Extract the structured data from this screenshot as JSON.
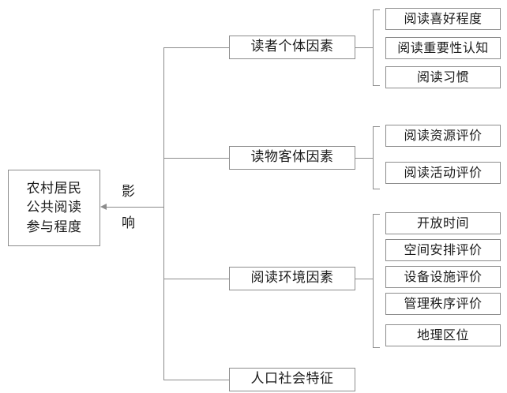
{
  "diagram": {
    "type": "hierarchy-tree",
    "orientation": "left-to-right",
    "root": {
      "label": "农村居民\n公共阅读\n参与程度"
    },
    "edge_label": {
      "char_top": "影",
      "char_bottom": "响",
      "full": "影响"
    },
    "branches": [
      {
        "id": "reader-individual",
        "label": "读者个体因素",
        "children": [
          {
            "id": "reading-preference",
            "label": "阅读喜好程度"
          },
          {
            "id": "reading-importance-cognition",
            "label": "阅读重要性认知"
          },
          {
            "id": "reading-habit",
            "label": "阅读习惯"
          }
        ]
      },
      {
        "id": "reading-material-object",
        "label": "读物客体因素",
        "children": [
          {
            "id": "reading-resource-evaluation",
            "label": "阅读资源评价"
          },
          {
            "id": "reading-activity-evaluation",
            "label": "阅读活动评价"
          }
        ]
      },
      {
        "id": "reading-environment",
        "label": "阅读环境因素",
        "children": [
          {
            "id": "opening-hours",
            "label": "开放时间"
          },
          {
            "id": "space-arrangement-evaluation",
            "label": "空间安排评价"
          },
          {
            "id": "equipment-facility-evaluation",
            "label": "设备设施评价"
          },
          {
            "id": "management-order-evaluation",
            "label": "管理秩序评价"
          },
          {
            "id": "geographic-location",
            "label": "地理区位"
          }
        ]
      },
      {
        "id": "population-social-traits",
        "label": "人口社会特征",
        "children": []
      }
    ],
    "colors": {
      "border": "#8c8c8c",
      "text": "#1a1a1a",
      "background": "#ffffff"
    }
  }
}
